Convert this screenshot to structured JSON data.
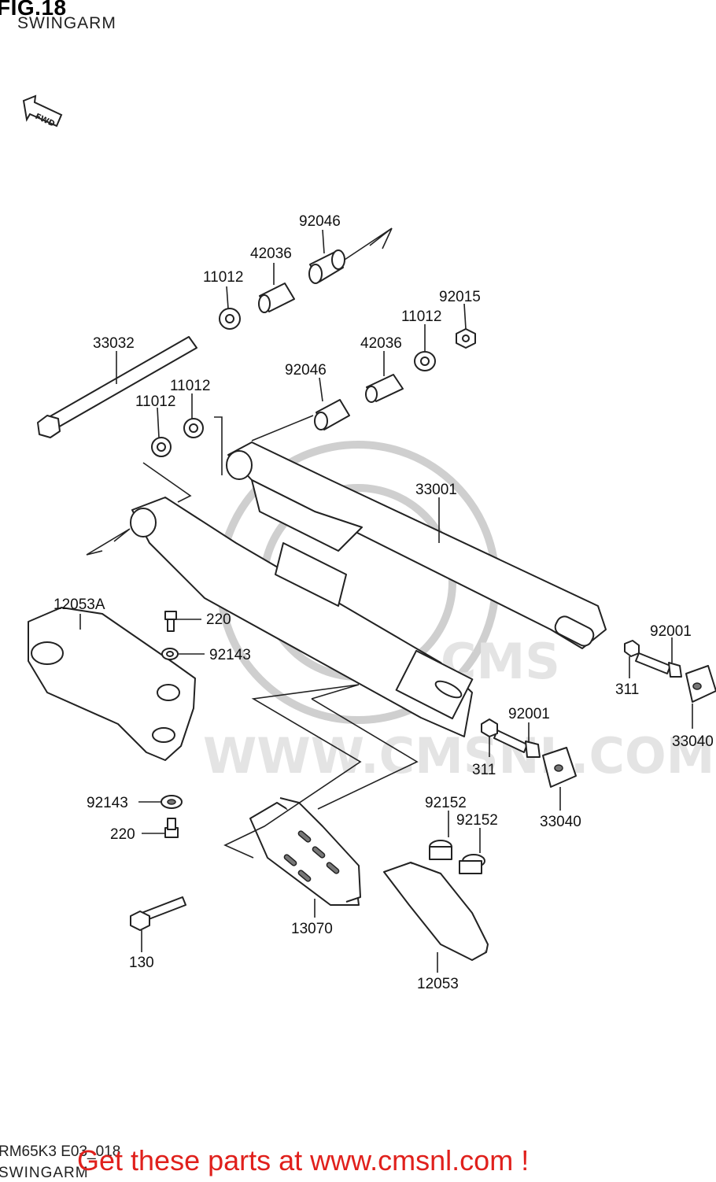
{
  "header": {
    "title": "FIG.18",
    "subtitle": "SWINGARM"
  },
  "fwd_arrow": {
    "text": "FWD"
  },
  "watermark": {
    "text": "WWW.CMSNL.COM",
    "logo_text": "CMS"
  },
  "parts": [
    {
      "id": "p92046a",
      "label": "92046"
    },
    {
      "id": "p42036a",
      "label": "42036"
    },
    {
      "id": "p11012a",
      "label": "11012"
    },
    {
      "id": "p92015",
      "label": "92015"
    },
    {
      "id": "p11012b",
      "label": "11012"
    },
    {
      "id": "p33032",
      "label": "33032"
    },
    {
      "id": "p42036b",
      "label": "42036"
    },
    {
      "id": "p92046b",
      "label": "92046"
    },
    {
      "id": "p11012c",
      "label": "11012"
    },
    {
      "id": "p11012d",
      "label": "11012"
    },
    {
      "id": "p33001",
      "label": "33001"
    },
    {
      "id": "p12053A",
      "label": "12053A"
    },
    {
      "id": "p220a",
      "label": "220"
    },
    {
      "id": "p92143a",
      "label": "92143"
    },
    {
      "id": "p92001a",
      "label": "92001"
    },
    {
      "id": "p311a",
      "label": "311"
    },
    {
      "id": "p33040a",
      "label": "33040"
    },
    {
      "id": "p92001b",
      "label": "92001"
    },
    {
      "id": "p311b",
      "label": "311"
    },
    {
      "id": "p92143b",
      "label": "92143"
    },
    {
      "id": "p220b",
      "label": "220"
    },
    {
      "id": "p92152a",
      "label": "92152"
    },
    {
      "id": "p92152b",
      "label": "92152"
    },
    {
      "id": "p33040b",
      "label": "33040"
    },
    {
      "id": "p13070",
      "label": "13070"
    },
    {
      "id": "p130",
      "label": "130"
    },
    {
      "id": "p12053",
      "label": "12053"
    }
  ],
  "footer": {
    "code": "RM65K3 E03_018",
    "subtitle": "SWINGARM",
    "promo": "Get these parts at www.cmsnl.com !"
  }
}
